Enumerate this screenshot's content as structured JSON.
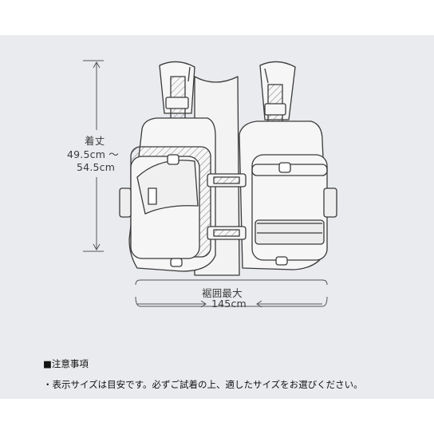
{
  "diagram": {
    "length_label": "着丈",
    "length_range": "49.5cm ～",
    "length_range_end": "54.5cm",
    "chest_label": "裾囲最大",
    "chest_value": "145cm"
  },
  "notes": {
    "heading": "■注意事項",
    "line1": "・表示サイズは目安です。必ずご試着の上、適したサイズをお選びください。"
  },
  "colors": {
    "panel_bg": "#e9ebee",
    "line": "#3a3a3a",
    "fill": "#f6f6f6"
  }
}
